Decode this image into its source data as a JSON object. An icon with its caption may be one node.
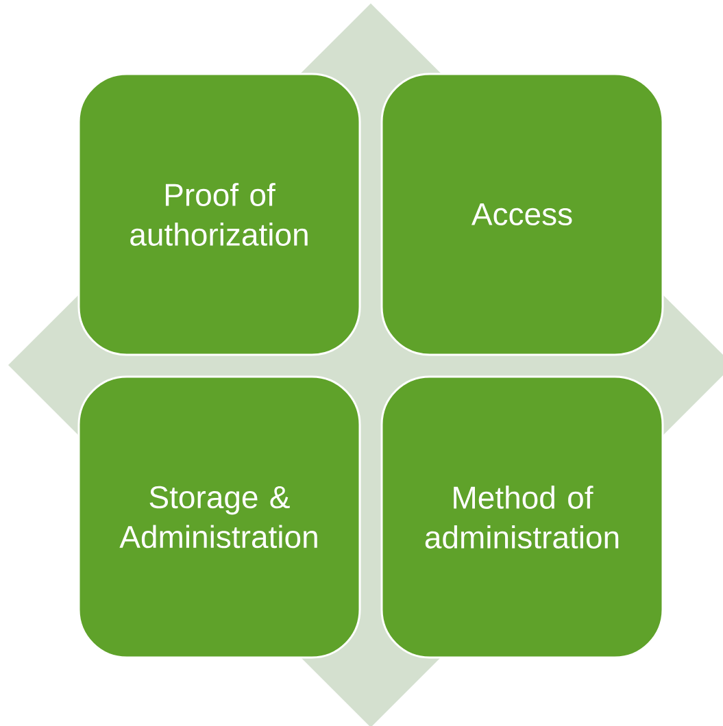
{
  "diagram": {
    "nodes": [
      {
        "text": [
          "Proof of authorization"
        ]
      },
      {
        "text": [
          "Access"
        ]
      },
      {
        "text": [
          "Storage & Administration"
        ]
      },
      {
        "text": [
          "Method of administration"
        ]
      }
    ]
  }
}
